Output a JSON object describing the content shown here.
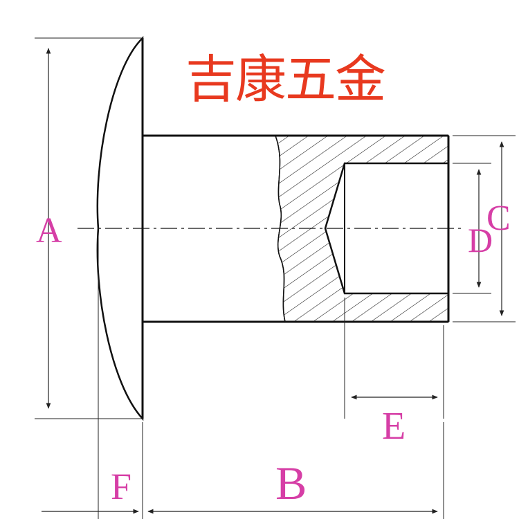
{
  "brand": {
    "text": "吉康五金",
    "color": "#e8391f"
  },
  "labels": {
    "A": "A",
    "B": "B",
    "C": "C",
    "D": "D",
    "E": "E",
    "F": "F"
  },
  "colors": {
    "label": "#d63ea6",
    "line": "#111111",
    "background": "#ffffff"
  }
}
